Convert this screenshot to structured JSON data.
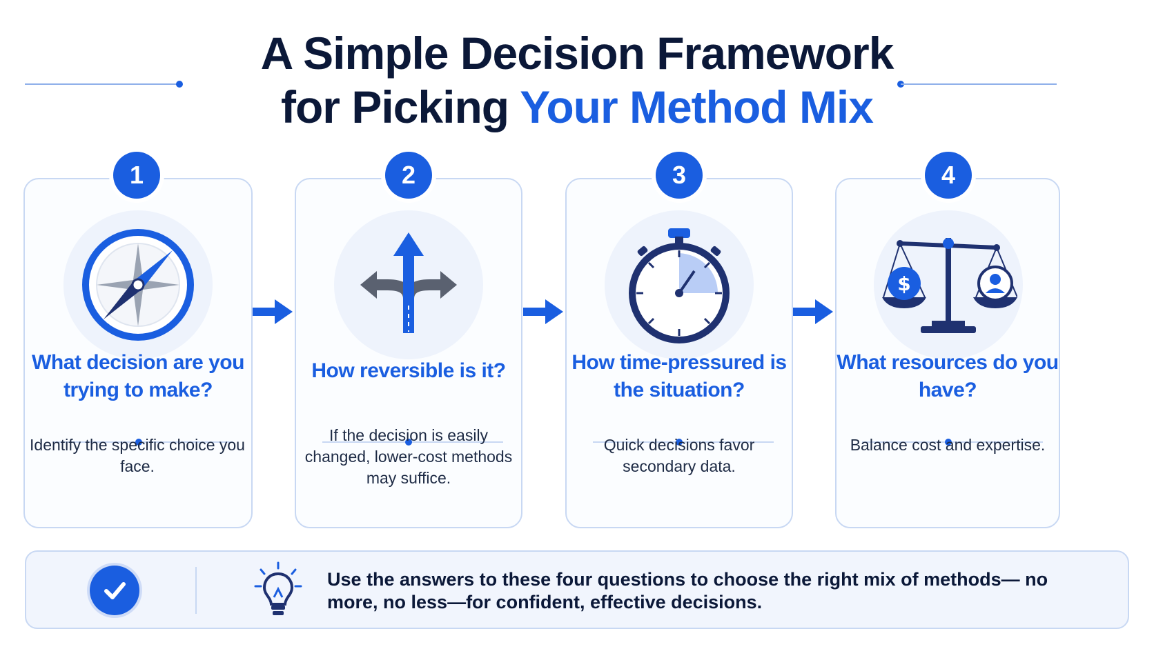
{
  "title": {
    "line1": "A Simple Decision Framework",
    "line2_plain": "for Picking ",
    "line2_highlight": "Your Method Mix"
  },
  "colors": {
    "accent": "#1a5ee0",
    "navy": "#1f3170",
    "border": "#c8d8f3"
  },
  "steps": [
    {
      "number": "1",
      "icon": "compass-icon",
      "question": "What decision are you trying to make?",
      "description": "Identify the specific choice you face."
    },
    {
      "number": "2",
      "icon": "fork-road-arrow-icon",
      "question": "How reversible is it?",
      "description": "If the decision is easily changed, lower-cost methods may suffice."
    },
    {
      "number": "3",
      "icon": "stopwatch-icon",
      "question": "How time-pressured is the situation?",
      "description": "Quick decisions favor secondary data."
    },
    {
      "number": "4",
      "icon": "balance-scale-icon",
      "question": "What resources do you have?",
      "description": "Balance cost and expertise."
    }
  ],
  "footer": {
    "check_icon": "checkmark-circle-icon",
    "bulb_icon": "lightbulb-icon",
    "text": "Use the answers to these four questions to choose the right mix of methods— no more, no less—for confident, effective decisions."
  }
}
